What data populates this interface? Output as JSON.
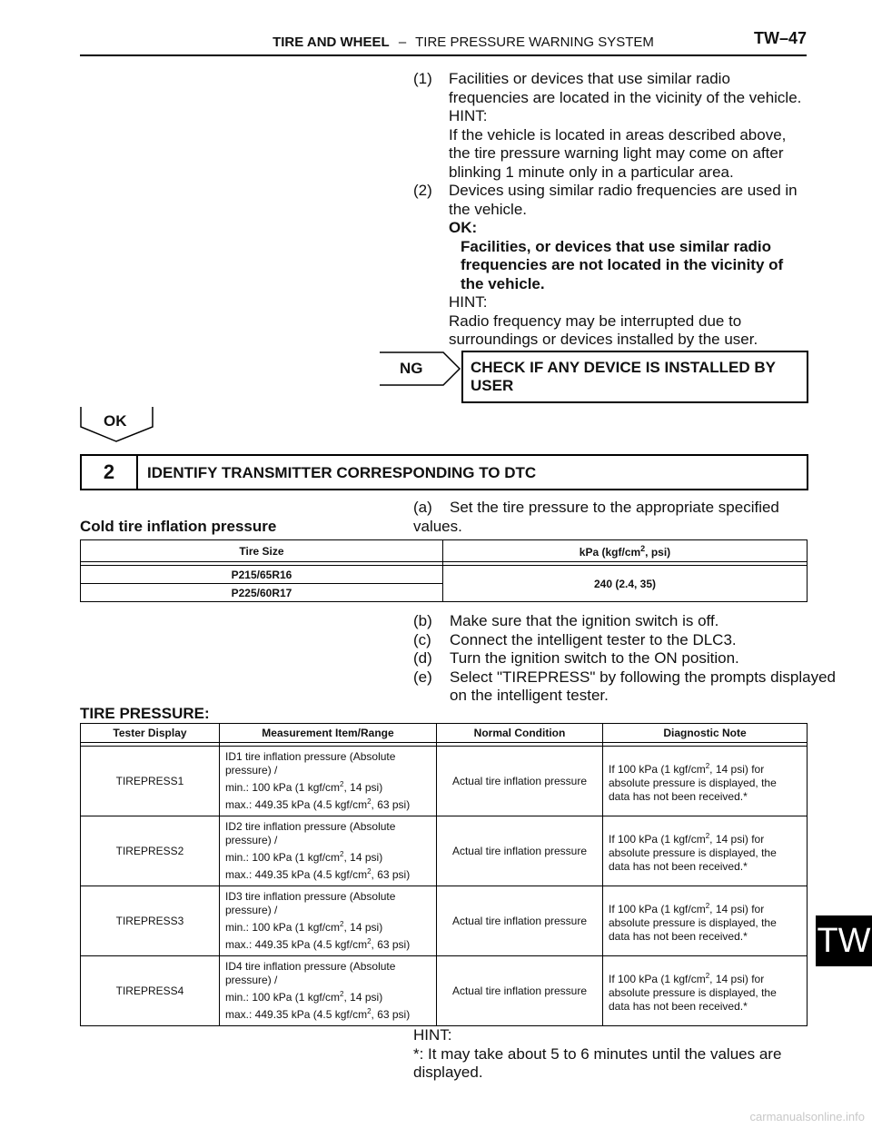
{
  "header": {
    "section": "TIRE AND WHEEL",
    "separator": "–",
    "subsection": "TIRE PRESSURE WARNING SYSTEM",
    "page": "TW–47"
  },
  "step1": {
    "item1_num": "(1)",
    "item1_lines": [
      "Facilities or devices that use similar radio",
      "frequencies are located in the vicinity of the vehicle."
    ],
    "hint1_label": "HINT:",
    "hint1_lines": [
      "If the vehicle is located in areas described above,",
      "the tire pressure warning light may come on after",
      "blinking 1 minute only in a particular area."
    ],
    "item2_num": "(2)",
    "item2_lines": [
      "Devices using similar radio frequencies are used in",
      "the vehicle."
    ],
    "ok_label": "OK:",
    "ok_lines": [
      "Facilities, or devices that use similar radio",
      "frequencies are not located in the vicinity of",
      "the vehicle."
    ],
    "hint2_label": "HINT:",
    "hint2_lines": [
      "Radio frequency may be interrupted due to",
      "surroundings or devices installed by the user."
    ]
  },
  "ng": {
    "label": "NG",
    "box_lines": [
      "CHECK IF ANY DEVICE IS INSTALLED BY",
      "USER"
    ]
  },
  "ok_arrow": "OK",
  "step2": {
    "number": "2",
    "title": "IDENTIFY TRANSMITTER CORRESPONDING TO DTC"
  },
  "step2_a": {
    "label": "(a)",
    "text": "Set the tire pressure to the appropriate specified values."
  },
  "cold_title": "Cold tire inflation pressure",
  "cold_table": {
    "head_size": "Tire Size",
    "head_kpa": "kPa (kgf/cm",
    "head_sup": "2",
    "head_kpa_end": ", psi)",
    "rows": [
      "P215/65R16",
      "P225/60R17"
    ],
    "value": "240 (2.4, 35)"
  },
  "steps_b_e": [
    {
      "label": "(b)",
      "text": "Make sure that the ignition switch is off."
    },
    {
      "label": "(c)",
      "text": "Connect the intelligent tester to the DLC3."
    },
    {
      "label": "(d)",
      "text": "Turn the ignition switch to the ON position."
    },
    {
      "label": "(e)",
      "text": "Select \"TIREPRESS\" by following the prompts displayed"
    }
  ],
  "step_e_cont": "on the intelligent tester.",
  "tire_title": "TIRE PRESSURE:",
  "tp_table": {
    "headers": [
      "Tester Display",
      "Measurement Item/Range",
      "Normal Condition",
      "Diagnostic Note"
    ],
    "rows": [
      {
        "display": "TIREPRESS1",
        "item1": "ID1 tire inflation pressure (Absolute",
        "item2": "pressure) /",
        "min_a": "min.: 100 kPa (1 kgf/cm",
        "min_b": ", 14 psi)",
        "max_a": "max.: 449.35 kPa (4.5 kgf/cm",
        "max_b": ", 63 psi)",
        "normal": "Actual tire inflation pressure",
        "note_a": "If 100 kPa (1 kgf/cm",
        "note_b": ", 14 psi) for",
        "note2": "absolute pressure is displayed, the",
        "note3": "data has not been received.*",
        "sup": "2"
      },
      {
        "display": "TIREPRESS2",
        "item1": "ID2 tire inflation pressure (Absolute",
        "item2": "pressure) /",
        "min_a": "min.: 100 kPa (1 kgf/cm",
        "min_b": ", 14 psi)",
        "max_a": "max.: 449.35 kPa (4.5 kgf/cm",
        "max_b": ", 63 psi)",
        "normal": "Actual tire inflation pressure",
        "note_a": "If 100 kPa (1 kgf/cm",
        "note_b": ", 14 psi) for",
        "note2": "absolute pressure is displayed, the",
        "note3": "data has not been received.*",
        "sup": "2"
      },
      {
        "display": "TIREPRESS3",
        "item1": "ID3 tire inflation pressure (Absolute",
        "item2": "pressure) /",
        "min_a": "min.: 100 kPa (1 kgf/cm",
        "min_b": ", 14 psi)",
        "max_a": "max.: 449.35 kPa (4.5 kgf/cm",
        "max_b": ", 63 psi)",
        "normal": "Actual tire inflation pressure",
        "note_a": "If 100 kPa (1 kgf/cm",
        "note_b": ", 14 psi) for",
        "note2": "absolute pressure is displayed, the",
        "note3": "data has not been received.*",
        "sup": "2"
      },
      {
        "display": "TIREPRESS4",
        "item1": "ID4 tire inflation pressure (Absolute",
        "item2": "pressure) /",
        "min_a": "min.: 100 kPa (1 kgf/cm",
        "min_b": ", 14 psi)",
        "max_a": "max.: 449.35 kPa (4.5 kgf/cm",
        "max_b": ", 63 psi)",
        "normal": "Actual tire inflation pressure",
        "note_a": "If 100 kPa (1 kgf/cm",
        "note_b": ", 14 psi) for",
        "note2": "absolute pressure is displayed, the",
        "note3": "data has not been received.*",
        "sup": "2"
      }
    ]
  },
  "final_hint": {
    "label": "HINT:",
    "lines": [
      "*: It may take about 5 to 6 minutes until the values are",
      "displayed."
    ]
  },
  "side_tab": "TW",
  "footer": "carmanualsonline.info"
}
